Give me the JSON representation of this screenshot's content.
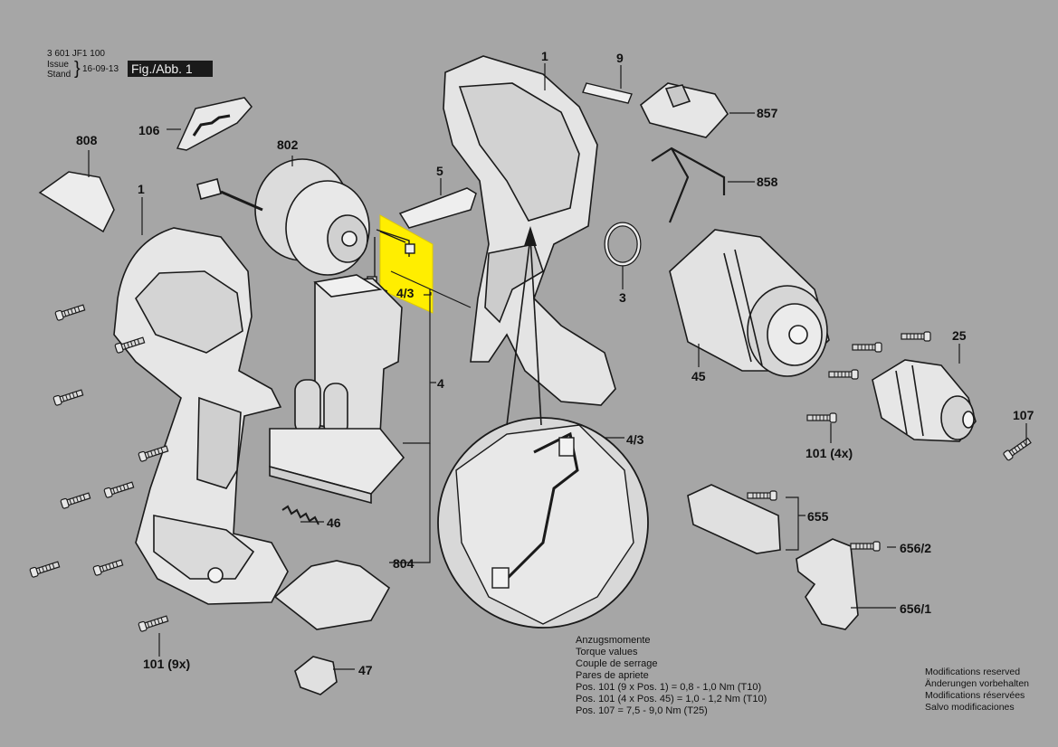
{
  "header": {
    "doc_number": "3 601 JF1 100",
    "issue_label": "Issue",
    "stand_label": "Stand",
    "date": "16-09-13",
    "figure_label": "Fig./Abb. 1"
  },
  "colors": {
    "background": "#a6a6a6",
    "highlight": "#ffee00",
    "line": "#1a1a1a"
  },
  "parts": {
    "p1_left": "1",
    "p1_right": "1",
    "p3": "3",
    "p4": "4",
    "p4_3_top": "4/3",
    "p4_3_detail": "4/3",
    "p5": "5",
    "p9": "9",
    "p25": "25",
    "p45": "45",
    "p46": "46",
    "p47": "47",
    "p101_9x": "101 (9x)",
    "p101_4x": "101 (4x)",
    "p106": "106",
    "p107": "107",
    "p655": "655",
    "p656_1": "656/1",
    "p656_2": "656/2",
    "p802": "802",
    "p804": "804",
    "p808": "808",
    "p857": "857",
    "p858": "858"
  },
  "torque": {
    "lines": [
      "Anzugsmomente",
      "Torque values",
      "Couple de serrage",
      "Pares de apriete",
      "Pos. 101 (9 x Pos. 1)   = 0,8 - 1,0 Nm (T10)",
      "Pos. 101 (4 x Pos. 45) = 1,0 - 1,2 Nm (T10)",
      "Pos. 107  =  7,5 - 9,0 Nm (T25)"
    ]
  },
  "modifications": {
    "lines": [
      "Modifications reserved",
      "Änderungen vorbehalten",
      "Modifications réservées",
      "Salvo modificaciones"
    ]
  }
}
